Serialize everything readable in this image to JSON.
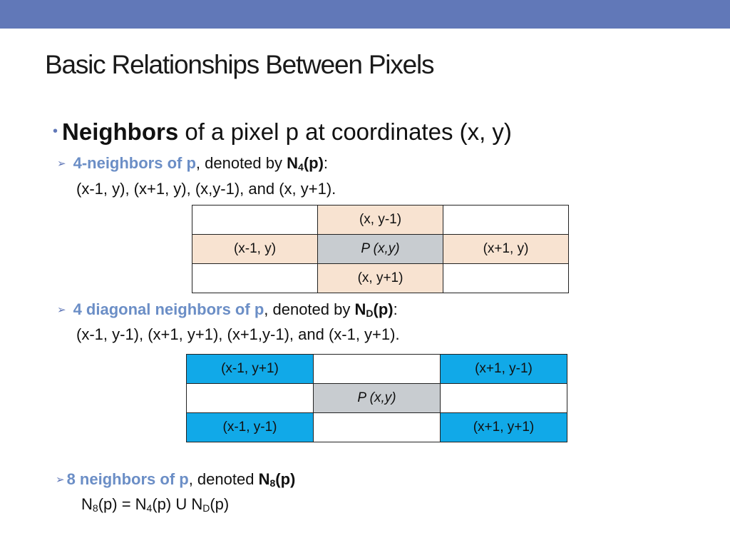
{
  "slide": {
    "title": "Basic Relationships Between Pixels",
    "bullet": {
      "dot": "•",
      "term": "Neighbors",
      "rest": " of a pixel p at coordinates (x, y)"
    },
    "n4": {
      "label": "4-neighbors of p",
      "denoted": ", denoted by ",
      "sym_main": "N",
      "sym_sub": "4",
      "sym_tail": "(p)",
      "colon": ":",
      "list": "(x-1, y), (x+1, y), (x,y-1), and (x, y+1)."
    },
    "nd": {
      "label": "4 diagonal neighbors of p",
      "denoted": ", denoted by ",
      "sym_main": "N",
      "sym_sub": "D",
      "sym_tail": "(p)",
      "colon": ":",
      "list": "(x-1, y-1), (x+1, y+1), (x+1,y-1), and (x-1, y+1)."
    },
    "n8": {
      "label": "8 neighbors of p",
      "denoted": ", denoted ",
      "sym_main": "N",
      "sym_sub": "8",
      "sym_tail": "(p)",
      "formula": {
        "a": "N",
        "a_sub": "8",
        "b": "(p) = N",
        "b_sub": "4",
        "c": "(p) U N",
        "c_sub": "D",
        "d": "(p)"
      }
    },
    "arrow_glyph": "➢",
    "table_n4": [
      [
        "",
        "(x, y-1)",
        ""
      ],
      [
        "(x-1, y)",
        "P (x,y)",
        "(x+1, y)"
      ],
      [
        "",
        "(x, y+1)",
        ""
      ]
    ],
    "table_nd": [
      [
        "(x-1, y+1)",
        "",
        "(x+1, y-1)"
      ],
      [
        "",
        "P (x,y)",
        ""
      ],
      [
        "(x-1, y-1)",
        "",
        "(x+1, y+1)"
      ]
    ],
    "colors": {
      "top_bar": "#6178b8",
      "accent_text": "#6b8ec6",
      "n4_cell": "#f8e3d1",
      "center_cell": "#c8ccd0",
      "diag_cell": "#11a9e8"
    }
  }
}
